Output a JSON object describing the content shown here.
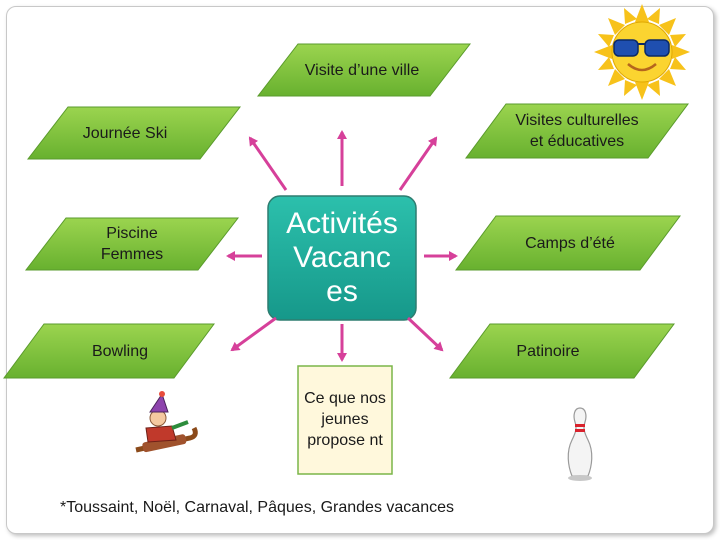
{
  "diagram": {
    "center": "Activités Vacanc es",
    "nodes": {
      "visite_ville": "Visite d’une ville",
      "journee_ski": "Journée Ski",
      "visites_culturelles": "Visites culturelles et éducatives",
      "piscine": "Piscine Femmes",
      "camps": "Camps d’été",
      "bowling": "Bowling",
      "patinoire": "Patinoire",
      "ce_que": "Ce que nos jeunes propose nt"
    },
    "footnote": "*Toussaint, Noël, Carnaval, Pâques, Grandes vacances"
  },
  "colors": {
    "node_fill": "#7dc242",
    "center_fill": "#1fae9b",
    "arrow": "#d6409a",
    "sub_fill": "#fff8dc"
  },
  "icons": [
    "sun-with-sunglasses-icon",
    "sledding-child-icon",
    "bowling-pin-icon"
  ]
}
